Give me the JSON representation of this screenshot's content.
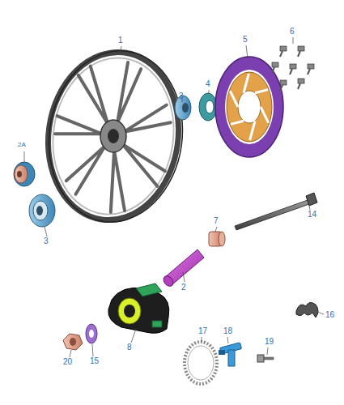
{
  "diagram": {
    "labels": [
      "1",
      "5",
      "6",
      "3",
      "4",
      "2A",
      "3",
      "14",
      "7",
      "2",
      "16",
      "8",
      "17",
      "18",
      "19",
      "15",
      "20"
    ]
  }
}
